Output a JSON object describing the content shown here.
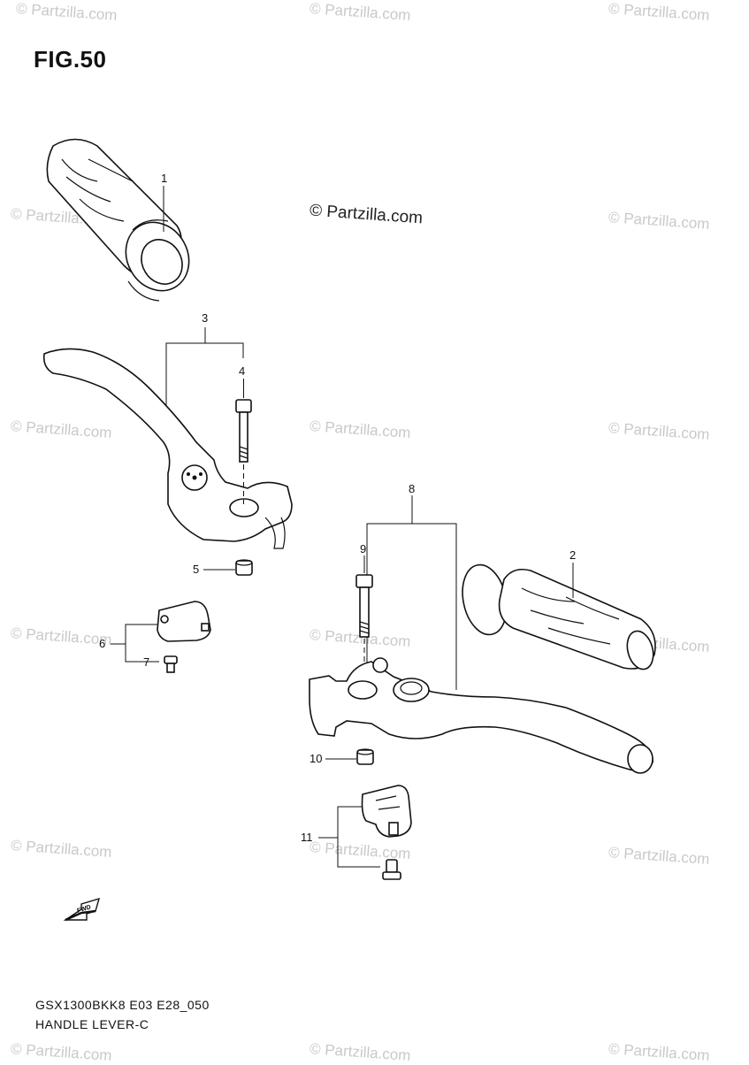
{
  "figure": {
    "title": "FIG.50"
  },
  "watermark": {
    "text": "© Partzilla.com"
  },
  "callouts": [
    "1",
    "2",
    "3",
    "4",
    "5",
    "6",
    "7",
    "8",
    "9",
    "10",
    "11"
  ],
  "footer": {
    "model_code": "GSX1300BKK8 E03 E28_050",
    "section_name": "HANDLE LEVER-C"
  },
  "fwd_arrow": {
    "label": "FWD"
  }
}
